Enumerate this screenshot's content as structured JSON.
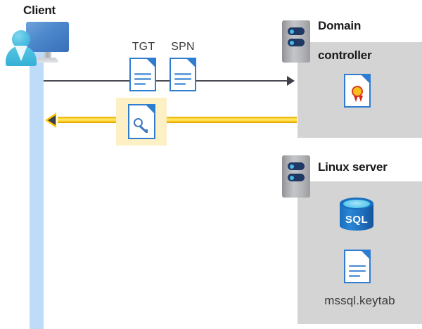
{
  "diagram": {
    "title": "Kerberos authentication flow between client, domain controller and Linux server",
    "colors": {
      "zone_gray": "#d4d4d4",
      "lifeline_blue": "#bfdbfa",
      "highlight_yellow": "#fdf0c4",
      "arrow_yellow": "#ffc700",
      "arrow_gray": "#3f3f47",
      "doc_blue": "#2f7dd1",
      "sql_blue": "#1a6fbf",
      "seal_gold": "#f5c11a",
      "seal_red": "#d62718"
    }
  },
  "client": {
    "label": "Client",
    "icon": "user-computer-icon"
  },
  "request": {
    "tgt_label": "TGT",
    "spn_label": "SPN",
    "tgt_icon": "document-icon",
    "spn_icon": "document-icon",
    "arrow_icon": "arrow-right-icon"
  },
  "response": {
    "ticket_icon": "document-key-icon",
    "arrow_icon": "arrow-left-icon",
    "highlight": true
  },
  "domain_controller": {
    "label": "Domain\ncontroller",
    "label_line1": "Domain",
    "label_line2": "controller",
    "server_icon": "server-icon",
    "contents": [
      {
        "icon": "certificate-document-icon",
        "label": ""
      }
    ]
  },
  "linux_server": {
    "label": "Linux server",
    "server_icon": "server-icon",
    "contents": [
      {
        "icon": "sql-database-icon",
        "label": "SQL"
      },
      {
        "icon": "document-icon",
        "label": "mssql.keytab"
      }
    ],
    "sql_label": "SQL",
    "keytab_label": "mssql.keytab"
  }
}
